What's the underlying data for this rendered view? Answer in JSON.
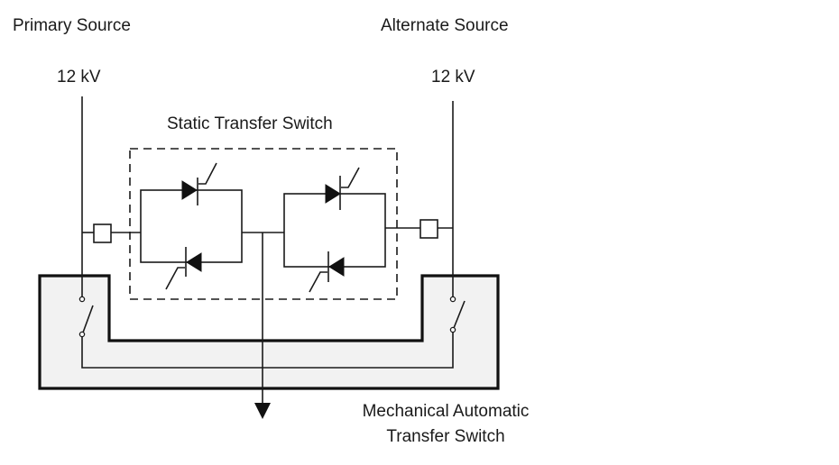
{
  "labels": {
    "primary_source": "Primary Source",
    "alternate_source": "Alternate Source",
    "primary_voltage": "12 kV",
    "alternate_voltage": "12 kV",
    "sts_title": "Static Transfer Switch",
    "mats_line1": "Mechanical Automatic",
    "mats_line2": "Transfer Switch"
  },
  "components": {
    "sts": {
      "type": "static-transfer-switch",
      "thyristor_pairs": 2,
      "thyristors_per_pair": 2
    },
    "mats": {
      "type": "mechanical-automatic-transfer-switch",
      "switches": 2
    },
    "breakers": 2,
    "load_arrow": "arrow-down-icon"
  },
  "colors": {
    "line": "#1a1a1a",
    "mats_fill": "#f2f2f2",
    "background": "#ffffff"
  }
}
